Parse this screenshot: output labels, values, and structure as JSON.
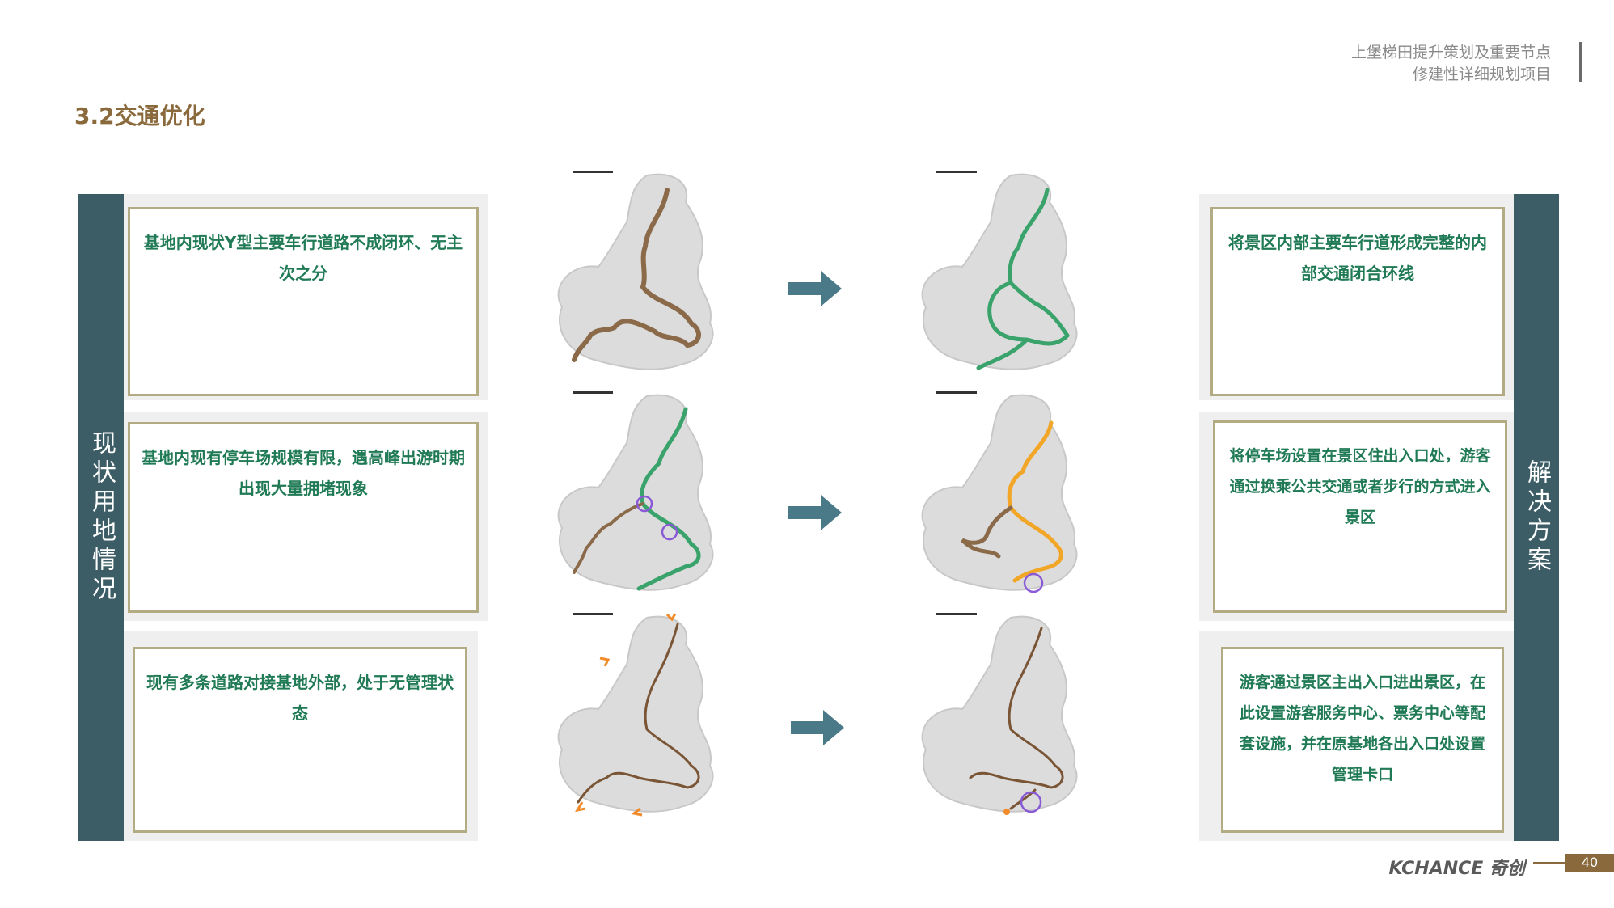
{
  "header": {
    "line1": "上堡梯田提升策划及重要节点",
    "line2": "修建性详细规划项目"
  },
  "section_title": "3.2交通优化",
  "left_band": "现状用地情况",
  "right_band": "解决方案",
  "problems": [
    {
      "text": "基地内现状Y型主要车行道路不成闭环、无主次之分"
    },
    {
      "text": "基地内现有停车场规模有限，遇高峰出游时期出现大量拥堵现象"
    },
    {
      "text": "现有多条道路对接基地外部，处于无管理状态"
    }
  ],
  "solutions": [
    {
      "text": "将景区内部主要车行道形成完整的内部交通闭合环线"
    },
    {
      "text": "将停车场设置在景区住出入口处，游客通过换乘公共交通或者步行的方式进入景区"
    },
    {
      "text": "游客通过景区主出入口进出景区，在此设置游客服务中心、票务中心等配套设施，并在原基地各出入口处设置管理卡口"
    }
  ],
  "colors": {
    "band": "#3c5d66",
    "card_border": "#b3ab84",
    "card_text": "#1f7a55",
    "accent": "#8a6a3d",
    "arrow": "#4a7a88",
    "road_brown": "#8b6a4a",
    "road_green": "#3aa36b",
    "road_orange": "#f2a627",
    "marker_purple": "#8a5ad6",
    "entry_orange": "#f28a2a"
  },
  "footer": {
    "logo": "KCHANCE 奇创",
    "page": "40"
  }
}
